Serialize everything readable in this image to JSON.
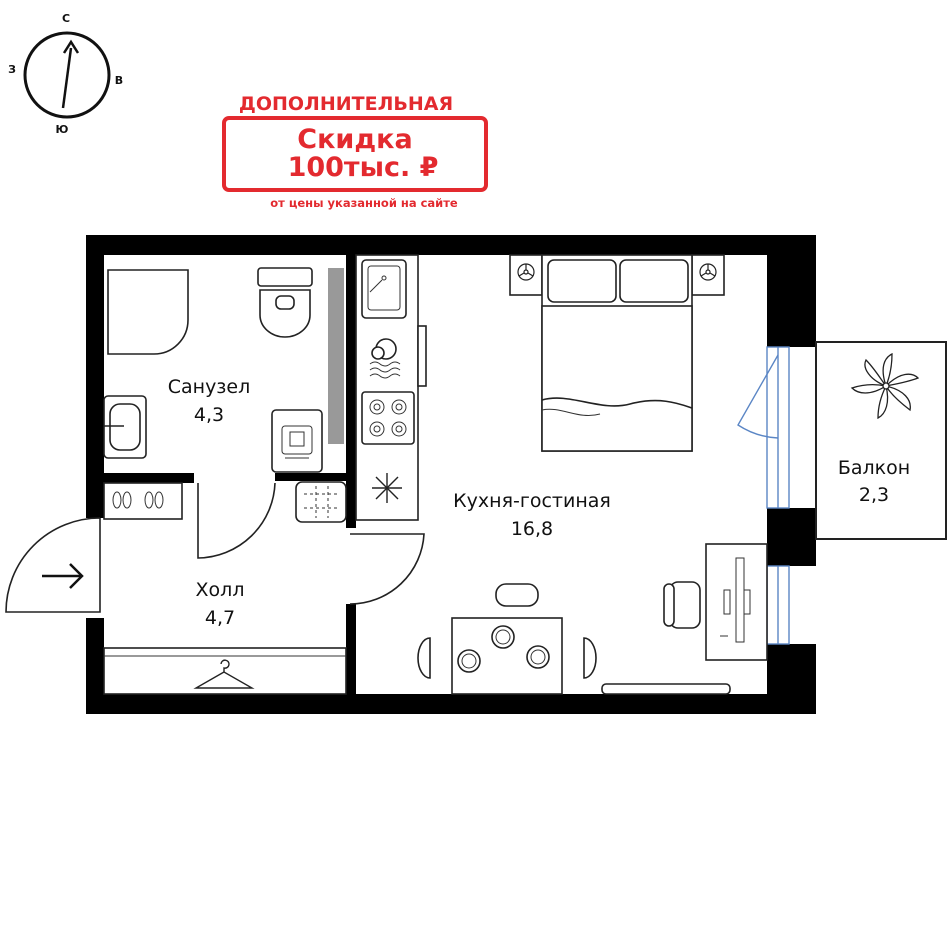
{
  "compass": {
    "north": "С",
    "east": "В",
    "south": "Ю",
    "west": "З"
  },
  "promo": {
    "headline": "ДОПОЛНИТЕЛЬНАЯ",
    "line1": "Скидка",
    "line2": "100тыс. ₽",
    "note": "от цены указанной на сайте",
    "color": "#e32a2f"
  },
  "rooms": {
    "bathroom": {
      "name": "Санузел",
      "area": "4,3"
    },
    "living": {
      "name": "Кухня-гостиная",
      "area": "16,8"
    },
    "balcony": {
      "name": "Балкон",
      "area": "2,3"
    },
    "hall": {
      "name": "Холл",
      "area": "4,7"
    }
  },
  "colors": {
    "wall": "#000000",
    "window": "#5b86c5"
  }
}
